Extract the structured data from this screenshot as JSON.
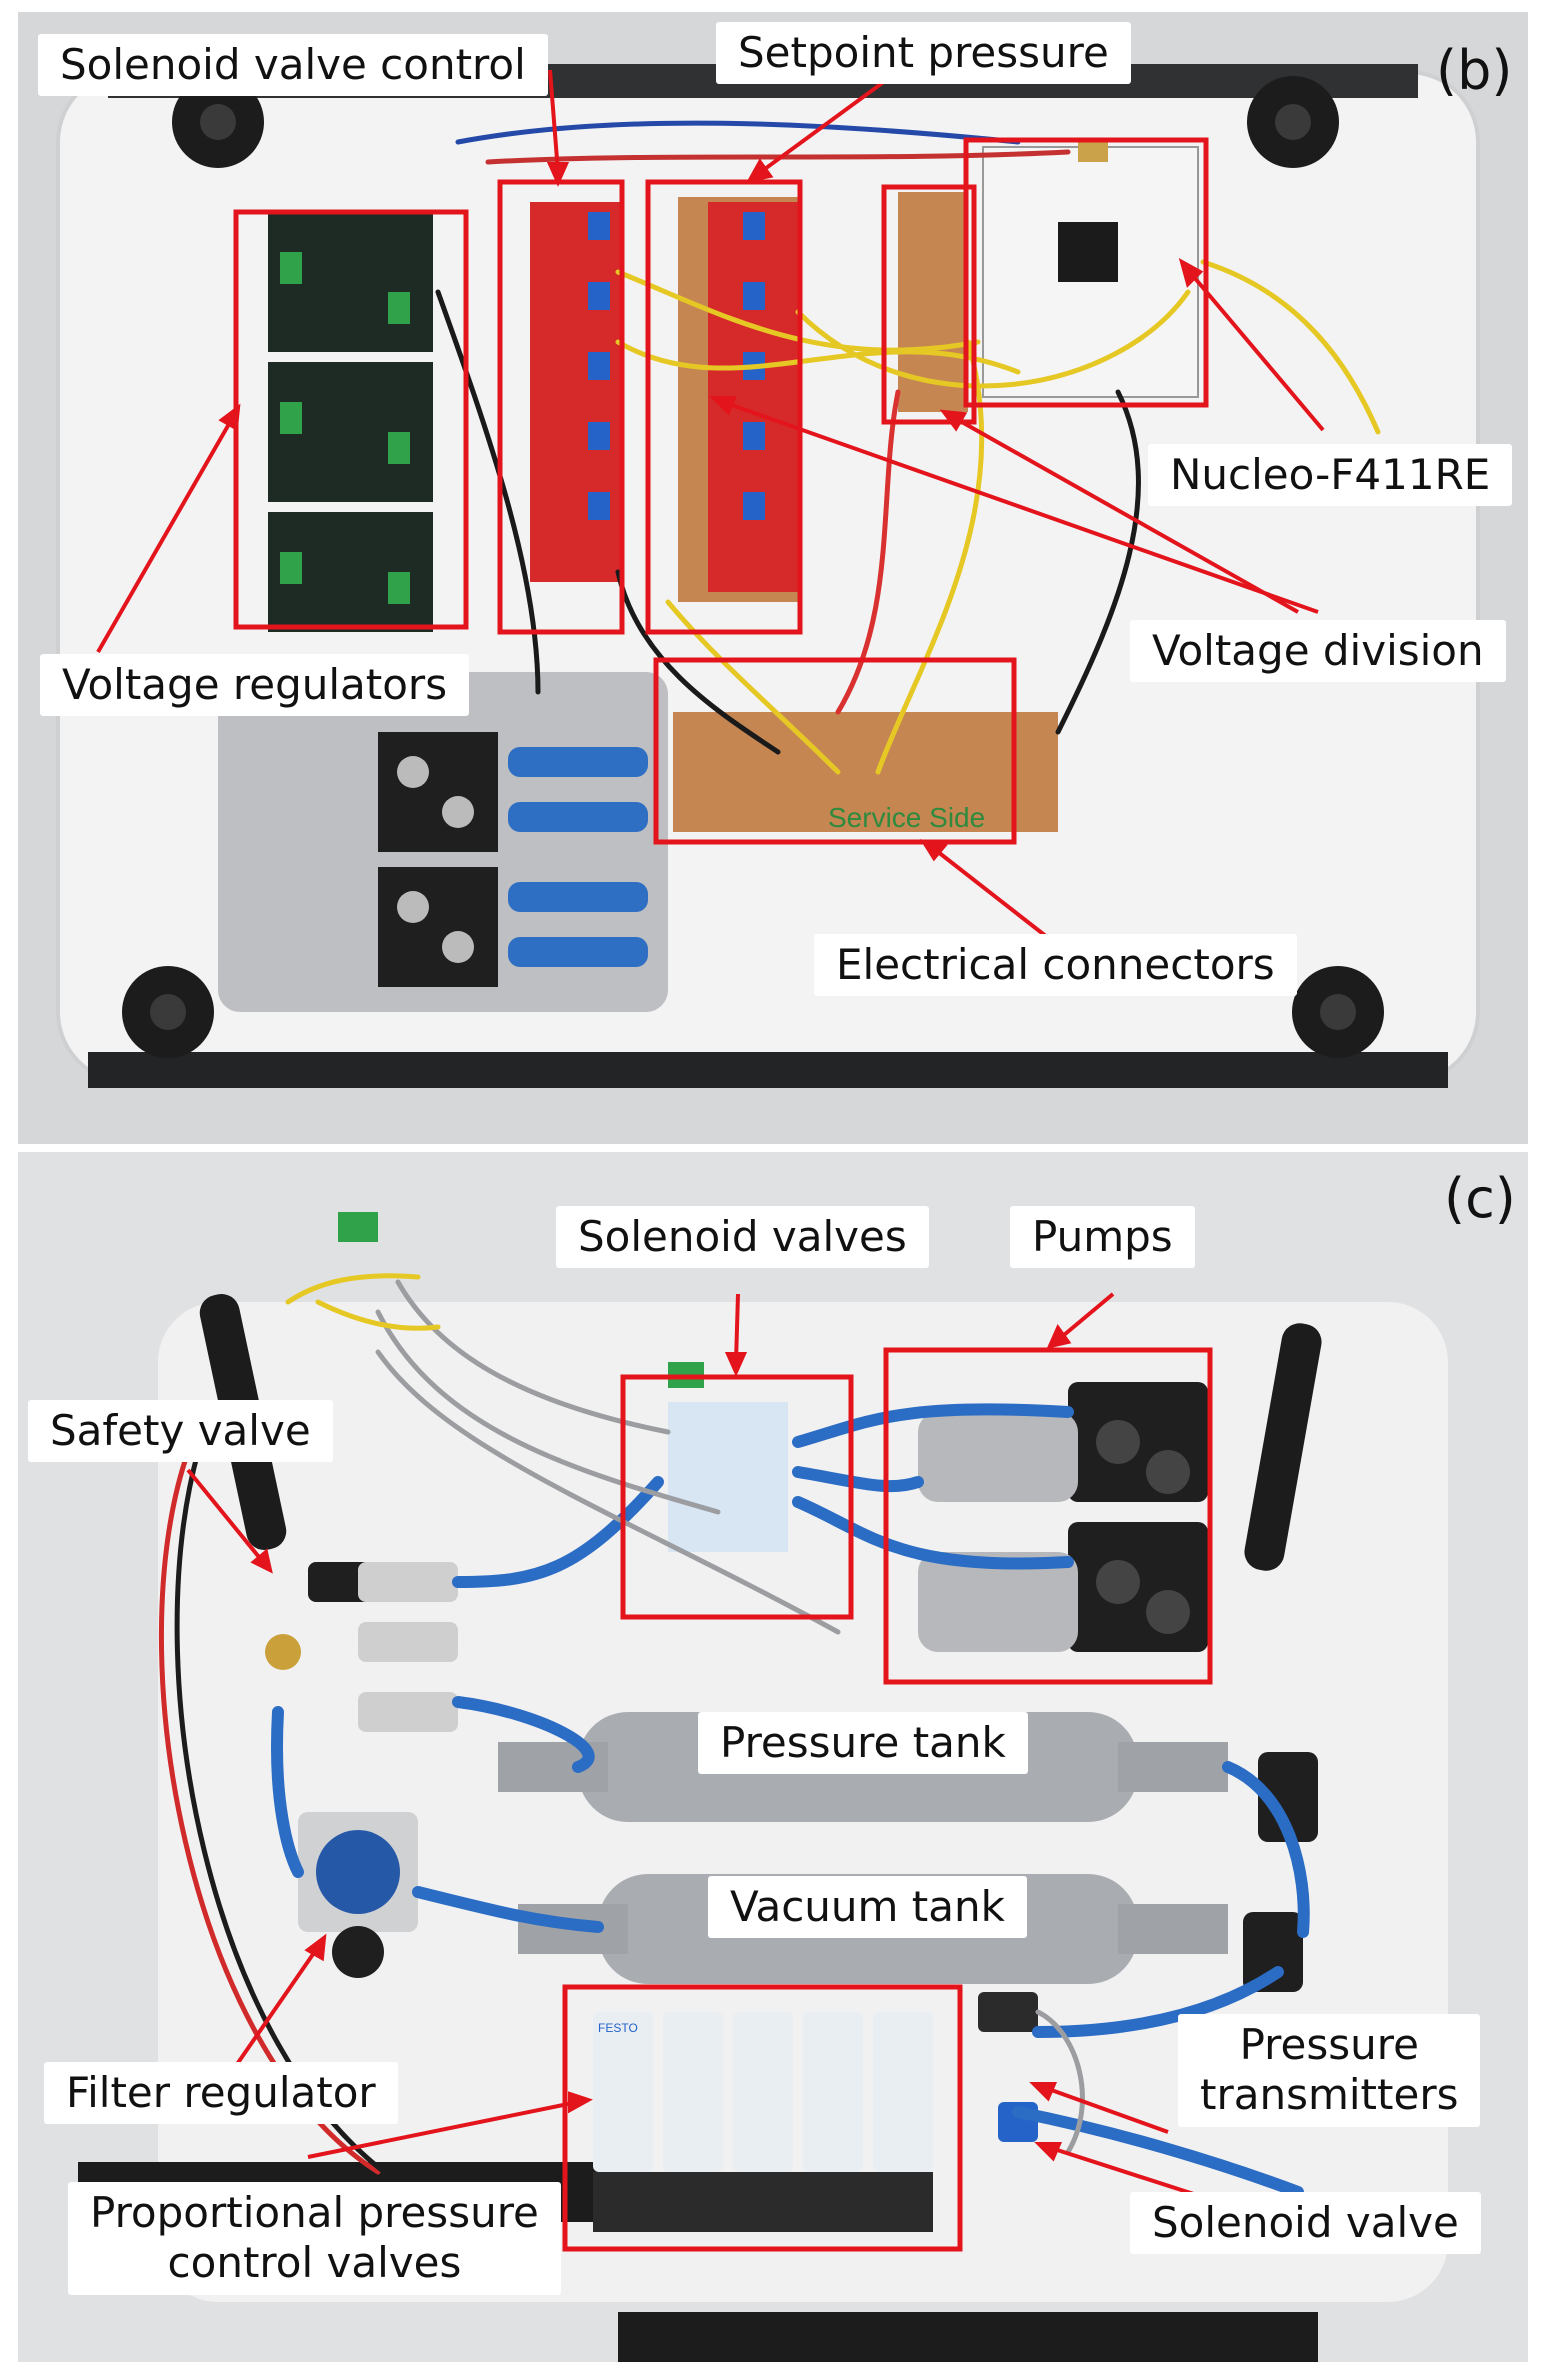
{
  "panels": {
    "b": {
      "tag": "(b)",
      "labels": {
        "solenoid_valve_control": "Solenoid valve control",
        "setpoint_pressure": "Setpoint pressure",
        "nucleo": "Nucleo-F411RE",
        "voltage_regulators": "Voltage regulators",
        "voltage_division": "Voltage division",
        "electrical_connectors": "Electrical connectors"
      },
      "board_prints": {
        "service_side": "Service Side"
      }
    },
    "c": {
      "tag": "(c)",
      "labels": {
        "solenoid_valves": "Solenoid valves",
        "pumps": "Pumps",
        "safety_valve": "Safety valve",
        "pressure_tank": "Pressure tank",
        "vacuum_tank": "Vacuum tank",
        "filter_regulator": "Filter regulator",
        "pressure_transmitters_1": "Pressure",
        "pressure_transmitters_2": "transmitters",
        "proportional_1": "Proportional pressure",
        "proportional_2": "control valves",
        "solenoid_valve": "Solenoid valve"
      },
      "device_prints": {
        "festo": "FESTO"
      }
    }
  },
  "colors": {
    "annotation": "#e3141b",
    "label_bg": "#ffffff",
    "photo_bg_b": "#d9dadc",
    "photo_bg_c": "#e2e3e5"
  }
}
